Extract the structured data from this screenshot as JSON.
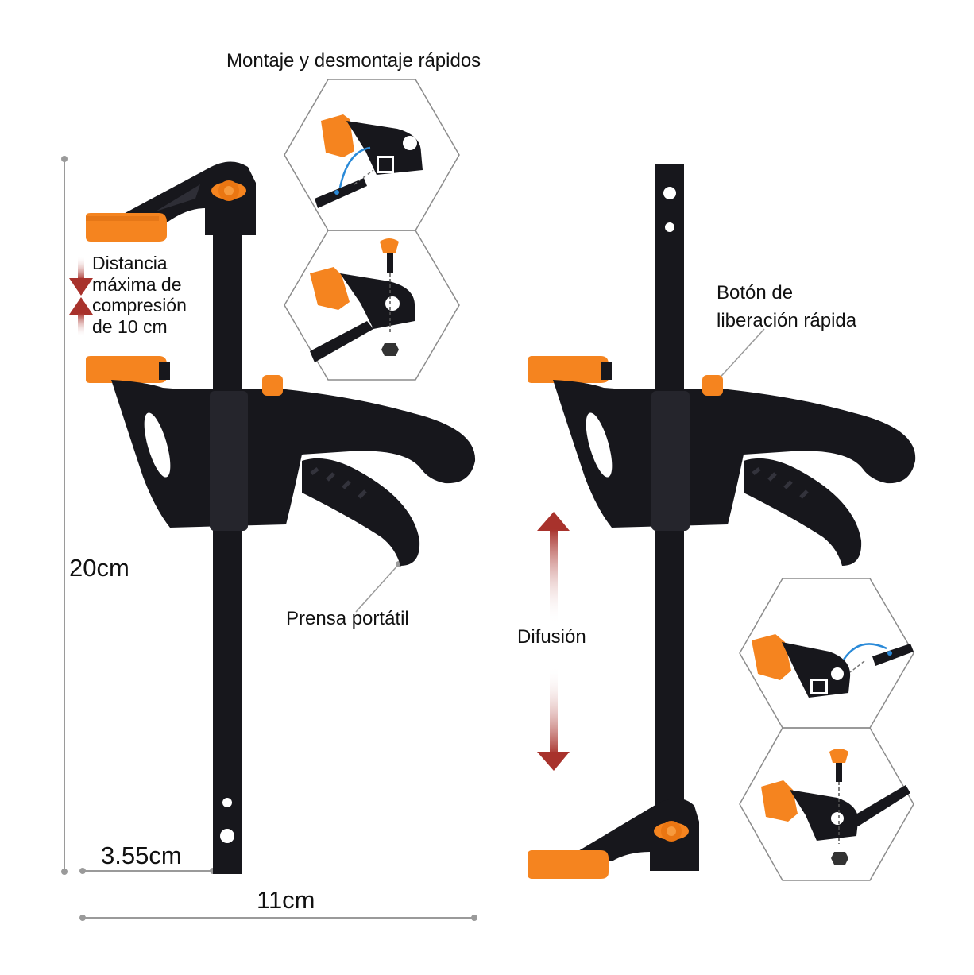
{
  "labels": {
    "title": "Montaje y desmontaje rápidos",
    "max_compression": [
      "Distancia",
      "máxima de",
      "compresión",
      "de 10 cm"
    ],
    "height_dim": "20cm",
    "portable_clamp": "Prensa portátil",
    "bar_width_dim": "3.55cm",
    "total_width_dim": "11cm",
    "release_button": [
      "Botón de",
      "liberación rápida"
    ],
    "spreading": "Difusión"
  },
  "colors": {
    "clamp_body": "#17171c",
    "pad_orange": "#f5841f",
    "pad_orange_dark": "#d86a10",
    "arrow_red": "#a8322c",
    "guide_gray": "#9a9a9a",
    "hexagon_outline": "#8c8c8c",
    "assembly_blue": "#2a8ad8"
  },
  "icons": {
    "left_clamp": "quick-clamp-icon",
    "right_clamp": "quick-spreader-icon",
    "hexagon_details": "assembly-detail-icon",
    "arrows": "double-arrow-icon"
  }
}
